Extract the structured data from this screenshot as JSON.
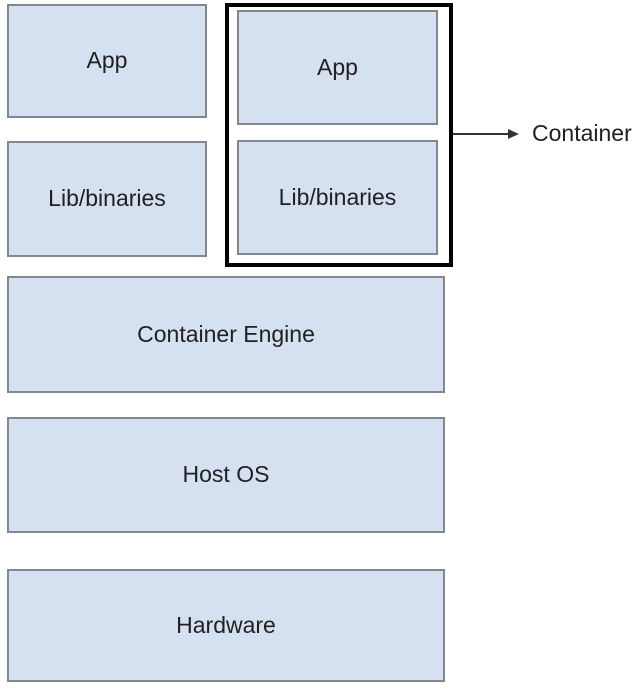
{
  "diagram": {
    "background": "#ffffff",
    "colors": {
      "box_fill": "#d5e1f1",
      "box_stroke": "#828890",
      "group_stroke": "#000000",
      "arrow_color": "#333333",
      "text_color": "#212121"
    },
    "left_stack": [
      {
        "id": "app-left",
        "label": "App"
      },
      {
        "id": "lib-left",
        "label": "Lib/binaries"
      }
    ],
    "container_group": {
      "boxes": [
        {
          "id": "app-right",
          "label": "App"
        },
        {
          "id": "lib-right",
          "label": "Lib/binaries"
        }
      ],
      "callout_label": "Container"
    },
    "layers": [
      {
        "id": "container-engine",
        "label": "Container Engine"
      },
      {
        "id": "host-os",
        "label": "Host OS"
      },
      {
        "id": "hardware",
        "label": "Hardware"
      }
    ]
  }
}
